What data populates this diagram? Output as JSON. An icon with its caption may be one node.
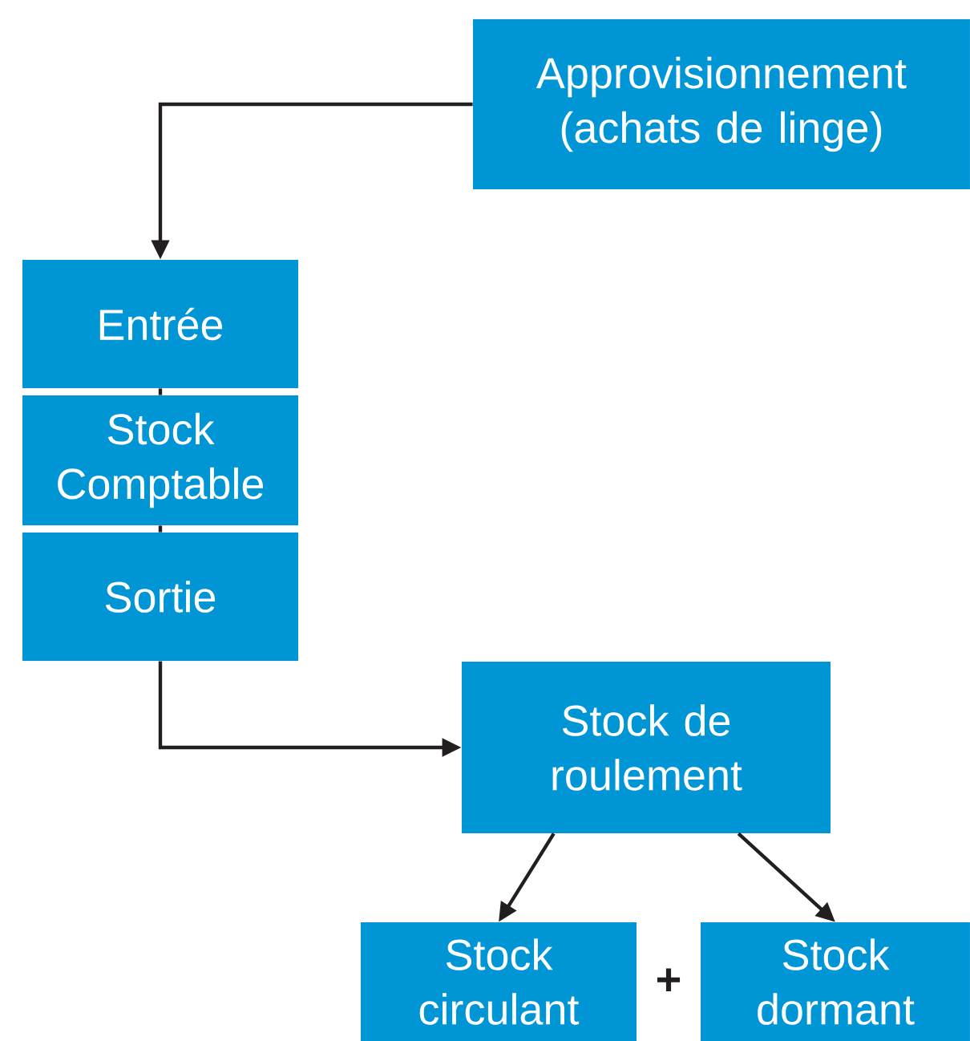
{
  "diagram": {
    "nodes": [
      {
        "text": [
          "Approvisionnement (achats de linge)"
        ]
      },
      {
        "text": [
          "Entrée"
        ]
      },
      {
        "text": [
          "Stock Comptable"
        ]
      },
      {
        "text": [
          "Sortie"
        ]
      },
      {
        "text": [
          "Stock de roulement"
        ]
      },
      {
        "text": [
          "Stock circulant"
        ]
      },
      {
        "text": [
          "Stock dormant"
        ]
      }
    ],
    "edges": [
      {
        "from": 0,
        "to": 1,
        "arrow": "to"
      },
      {
        "from": 1,
        "to": 2,
        "arrow": "none"
      },
      {
        "from": 2,
        "to": 3,
        "arrow": "none"
      },
      {
        "from": 3,
        "to": 4,
        "arrow": "to"
      },
      {
        "from": 4,
        "to": 5,
        "arrow": "to"
      },
      {
        "from": 4,
        "to": 6,
        "arrow": "to"
      }
    ],
    "labels": [
      "+"
    ]
  }
}
